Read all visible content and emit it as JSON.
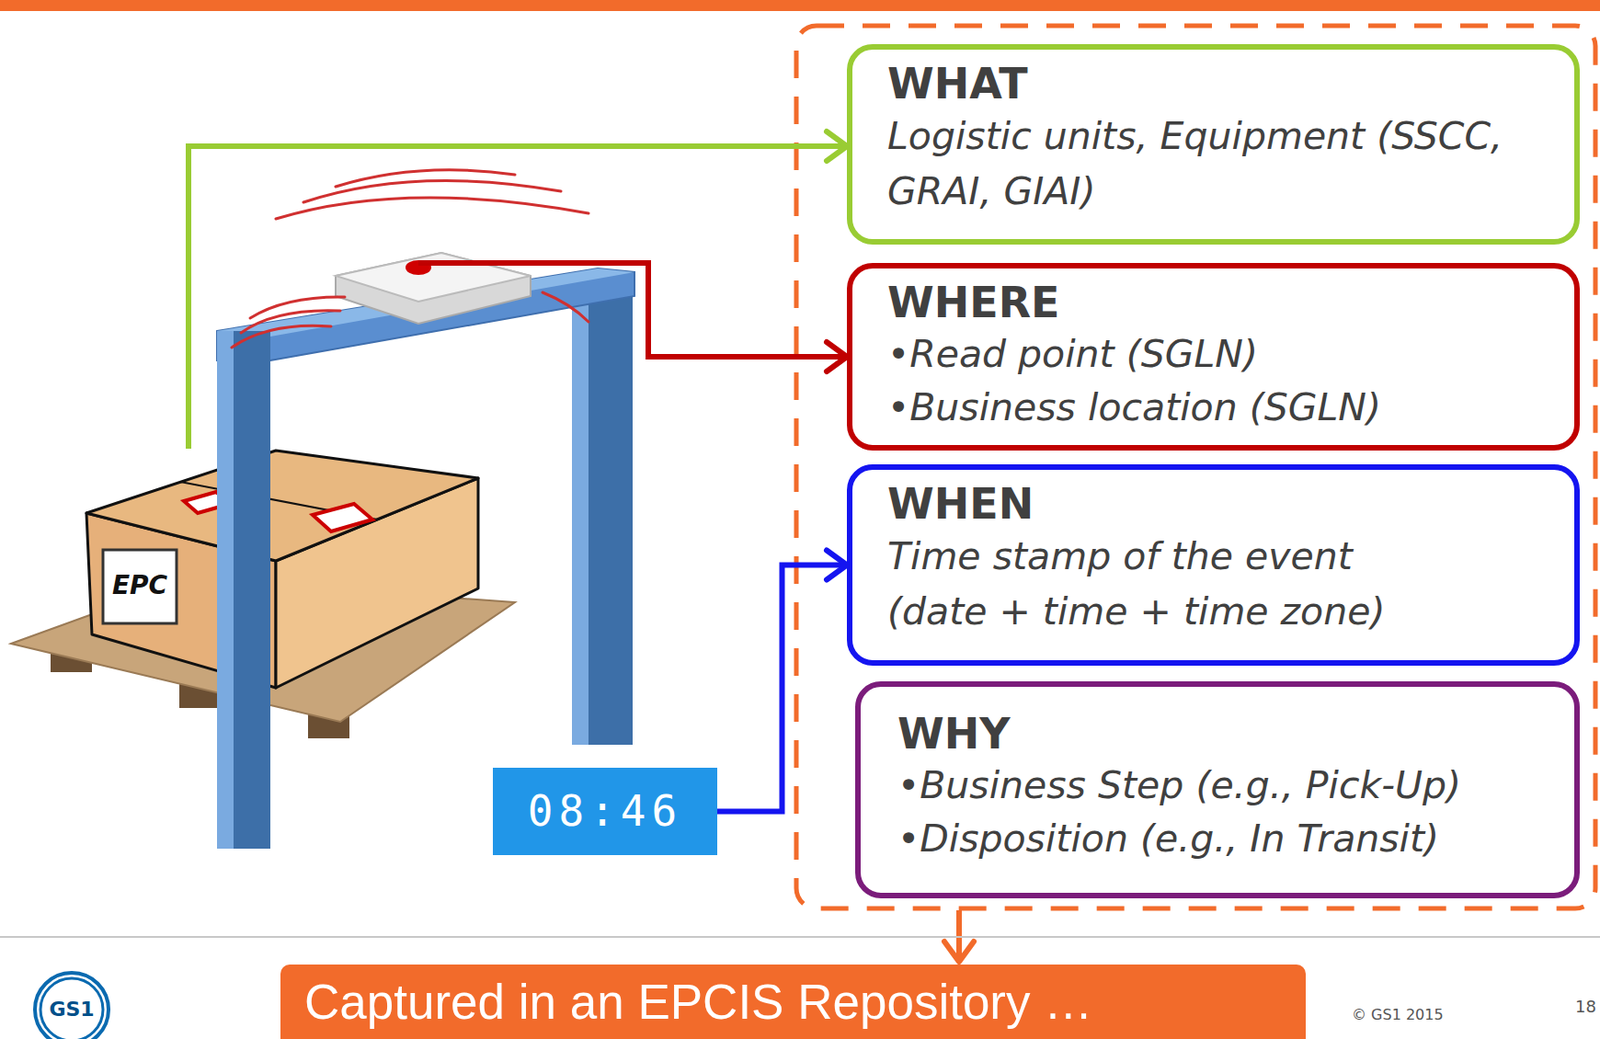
{
  "diagram": {
    "nodes": [
      {
        "text": [
          "WHAT",
          "Logistic units, Equipment (SSCC, GRAI, GIAI)"
        ]
      },
      {
        "text": [
          "WHERE",
          "•Read point (SGLN)",
          "•Business location (SGLN)"
        ]
      },
      {
        "text": [
          "WHEN",
          "Time stamp of the event (date + time + time zone)"
        ]
      },
      {
        "text": [
          "WHY",
          "•Business Step (e.g., Pick-Up)",
          "•Disposition (e.g., In Transit)"
        ]
      },
      {
        "text": [
          "08:46"
        ]
      },
      {
        "text": [
          "Captured in an EPCIS Repository …"
        ]
      }
    ],
    "edges": [
      {
        "from": 4,
        "to": 2,
        "arrow": "to"
      }
    ],
    "labels": [
      "EPC",
      "GS1",
      "© GS1 2015",
      "18"
    ]
  }
}
